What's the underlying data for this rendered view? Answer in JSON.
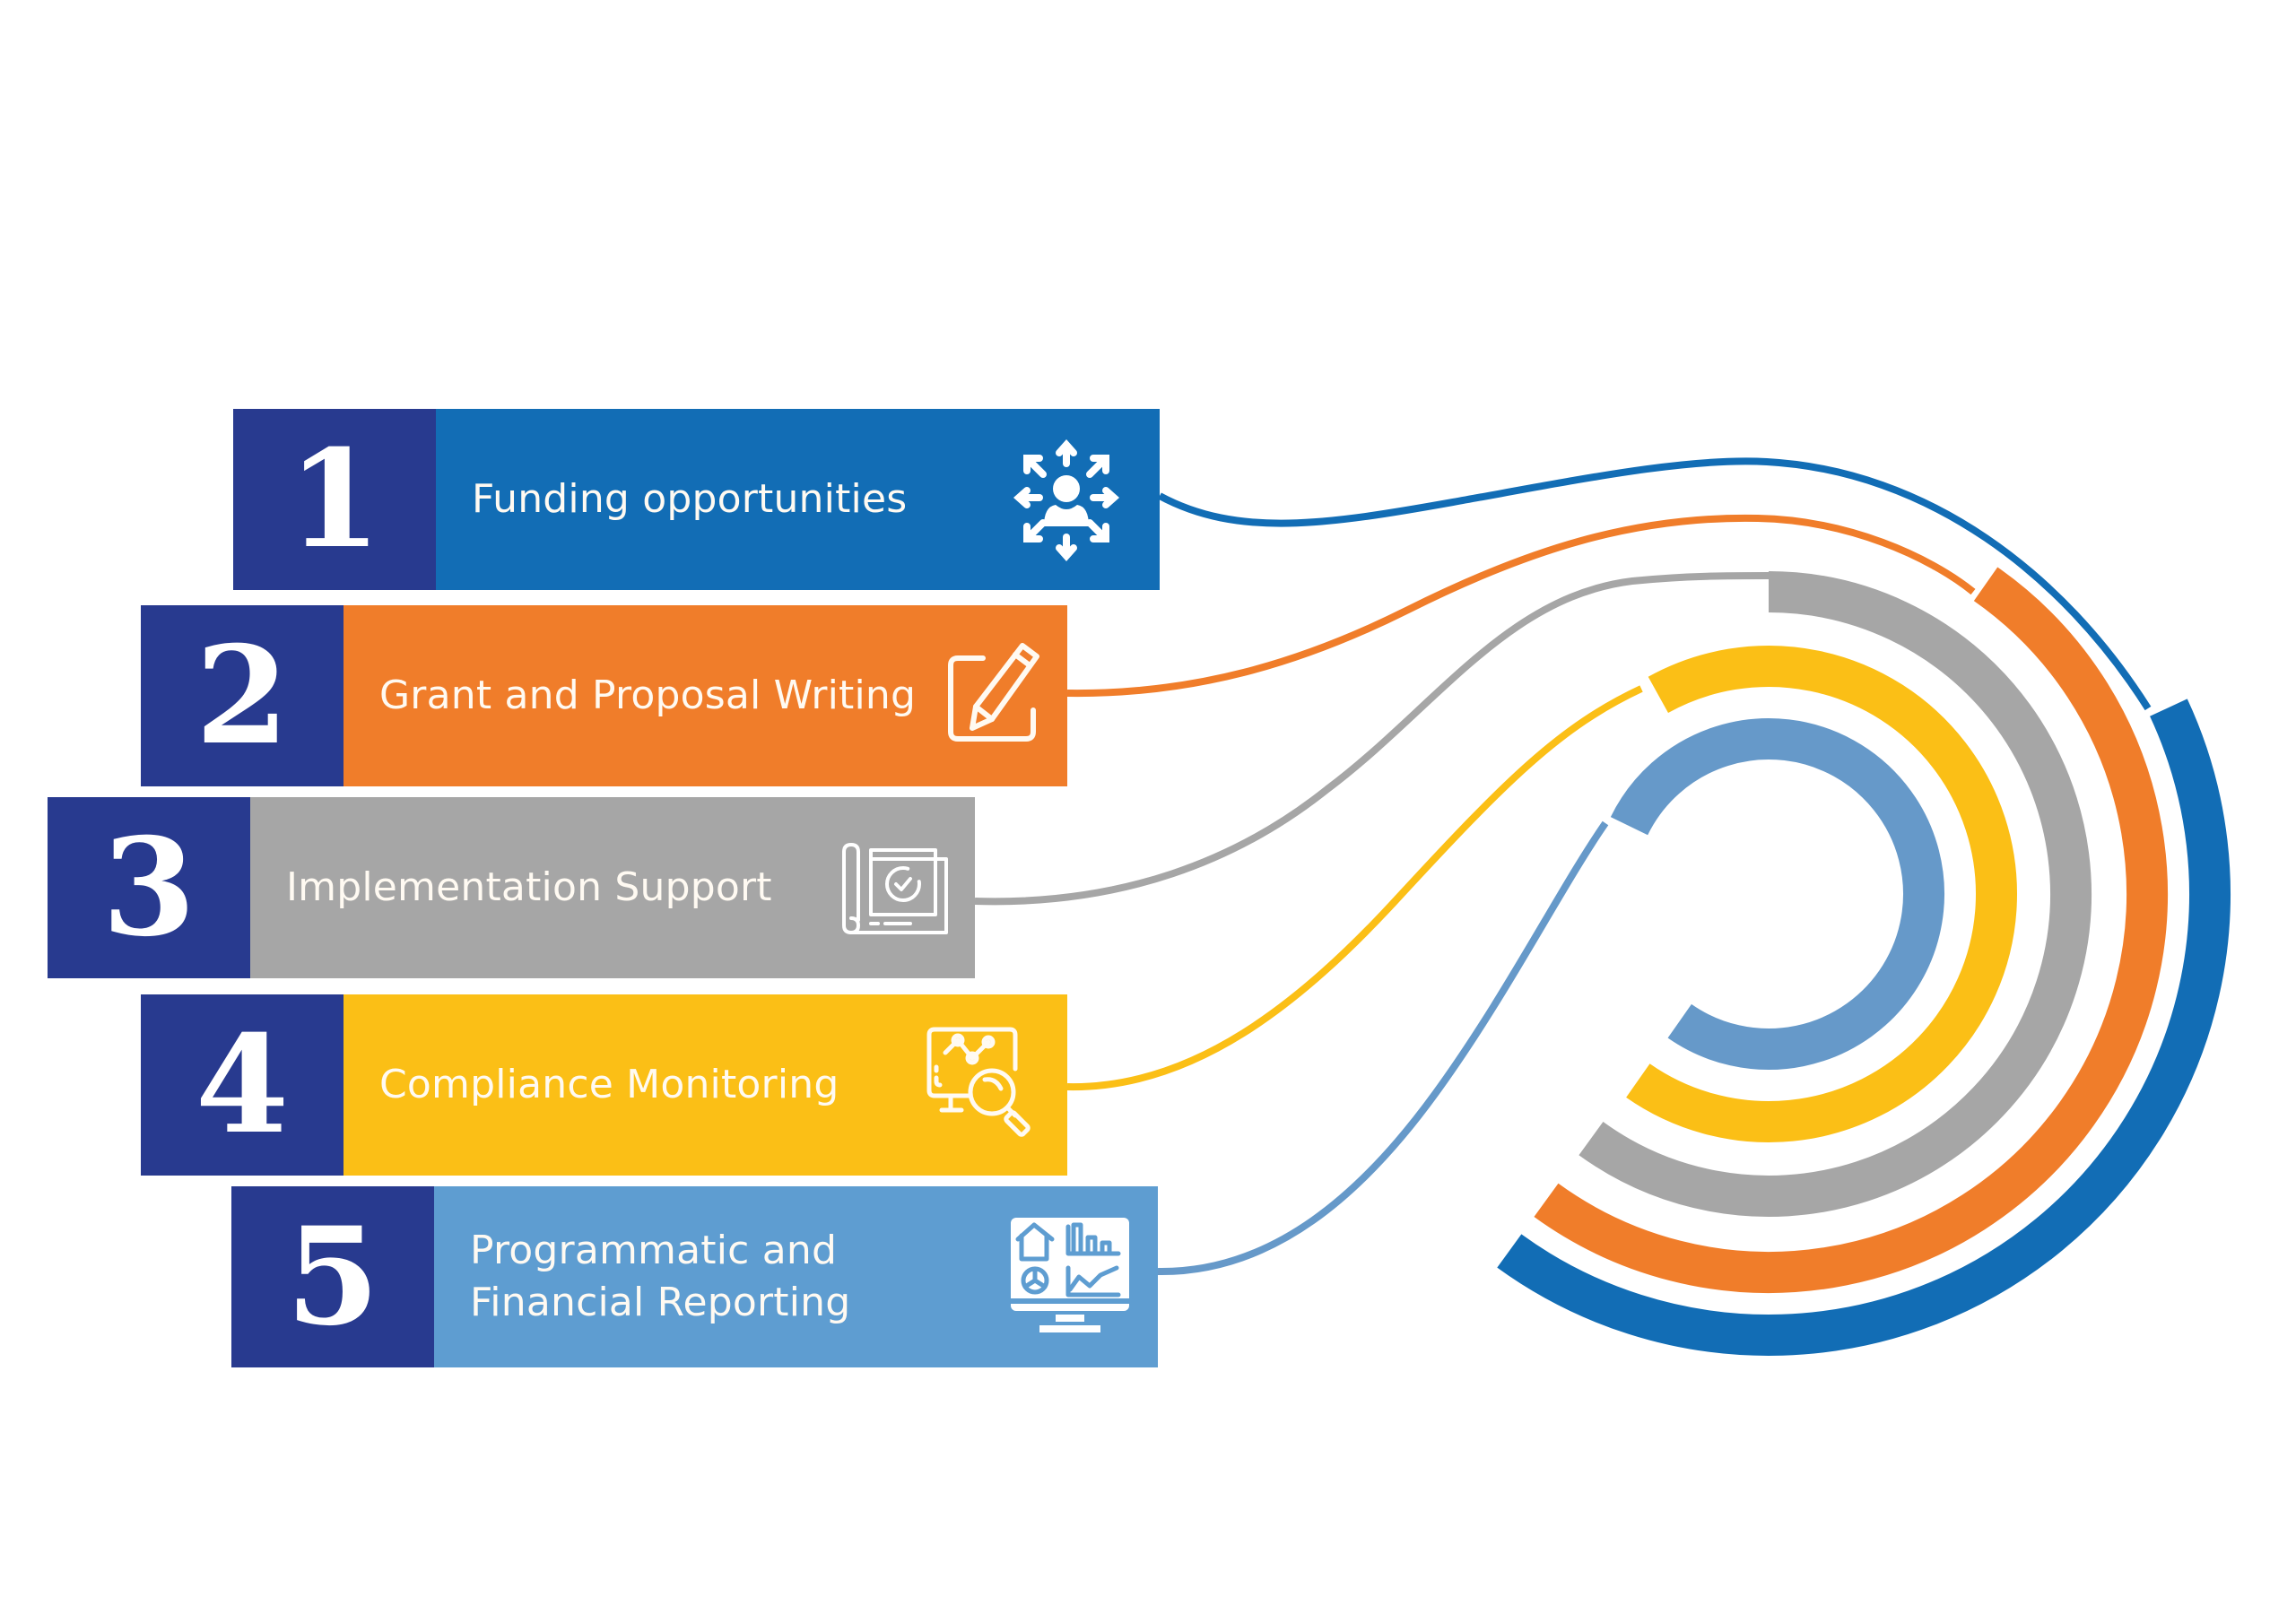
{
  "diagram": {
    "type": "numbered-process-with-concentric-arcs",
    "number_block_color": "#283a8f",
    "steps": [
      {
        "number": "1",
        "label": "Funding opportunities",
        "color": "#126db5",
        "icon": "people-network-icon"
      },
      {
        "number": "2",
        "label": "Grant and Proposal Writing",
        "color": "#f07d2a",
        "icon": "edit-pencil-icon"
      },
      {
        "number": "3",
        "label": "Implementation Support",
        "color": "#a6a6a6",
        "icon": "blueprint-check-icon"
      },
      {
        "number": "4",
        "label": "Compliance Monitoring",
        "color": "#fbbf16",
        "icon": "monitor-analytics-search-icon"
      },
      {
        "number": "5",
        "label": "Programmatic and\nFinancial Reporting",
        "color": "#5e9dd1",
        "icon": "dashboard-monitor-icon"
      }
    ],
    "arc_colors": [
      "#126db5",
      "#f07d2a",
      "#a6a6a6",
      "#fbbf16",
      "#6699c9"
    ]
  }
}
